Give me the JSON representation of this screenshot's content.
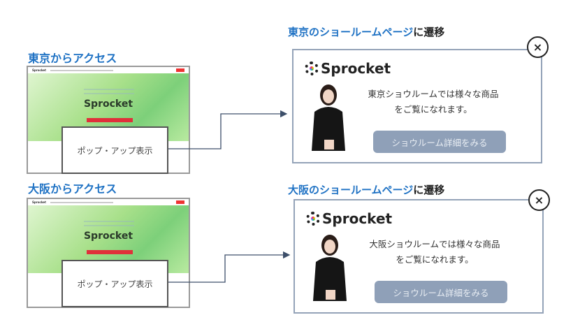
{
  "left": [
    {
      "label": "東京からアクセス",
      "site_brand": "Sprocket",
      "site_logo": "Sprocket",
      "popup_label": "ポップ・アップ表示"
    },
    {
      "label": "大阪からアクセス",
      "site_brand": "Sprocket",
      "site_logo": "Sprocket",
      "popup_label": "ポップ・アップ表示"
    }
  ],
  "right": [
    {
      "title_blue": "東京のショールームページ",
      "title_black": "に遷移",
      "logo": "Sprocket",
      "message_line1": "東京ショウルームでは様々な商品",
      "message_line2": "をご覧になれます。",
      "button": "ショウルーム詳細をみる",
      "close": "×"
    },
    {
      "title_blue": "大阪のショールームページ",
      "title_black": "に遷移",
      "logo": "Sprocket",
      "message_line1": "大阪ショウルームでは様々な商品",
      "message_line2": "をご覧になれます。",
      "button": "ショウルーム詳細をみる",
      "close": "×"
    }
  ],
  "colors": {
    "accent": "#1f72c4",
    "button": "#8fa0b8",
    "card_border": "#94a3b8"
  }
}
